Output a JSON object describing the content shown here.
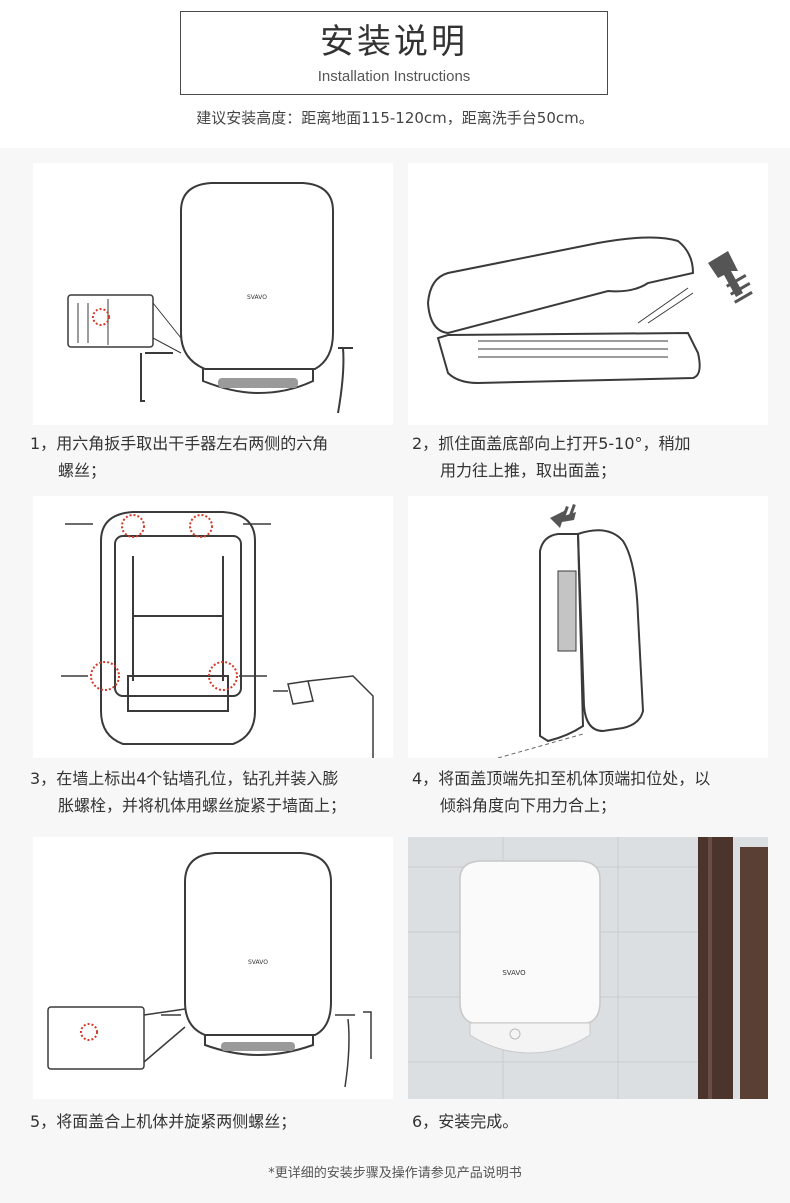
{
  "header": {
    "title_cn": "安装说明",
    "title_en": "Installation Instructions",
    "subtitle": "建议安装高度：距离地面115-120cm，距离洗手台50cm。"
  },
  "brand": "SVAVO",
  "steps": [
    {
      "number": "1，",
      "line1": "用六角扳手取出干手器左右两侧的六角",
      "line2": "螺丝；"
    },
    {
      "number": "2，",
      "line1": "抓住面盖底部向上打开5-10°，稍加",
      "line2": "用力往上推，取出面盖；"
    },
    {
      "number": "3，",
      "line1": "在墙上标出4个钻墙孔位，钻孔并装入膨",
      "line2": "胀螺栓，并将机体用螺丝旋紧于墙面上；"
    },
    {
      "number": "4，",
      "line1": "将面盖顶端先扣至机体顶端扣位处，以",
      "line2": "倾斜角度向下用力合上；"
    },
    {
      "number": "5，",
      "line1": "将面盖合上机体并旋紧两侧螺丝；",
      "line2": ""
    },
    {
      "number": "6，",
      "line1": "安装完成。",
      "line2": ""
    }
  ],
  "footer": "*更详细的安装步骤及操作请参见产品说明书",
  "colors": {
    "line": "#3a3a3a",
    "panel": "#ffffff",
    "background": "#f7f7f7",
    "screw_dots": "#d23a2a",
    "arrow": "#555555",
    "wall": "#d9dcdf",
    "door": "#4b342c"
  }
}
